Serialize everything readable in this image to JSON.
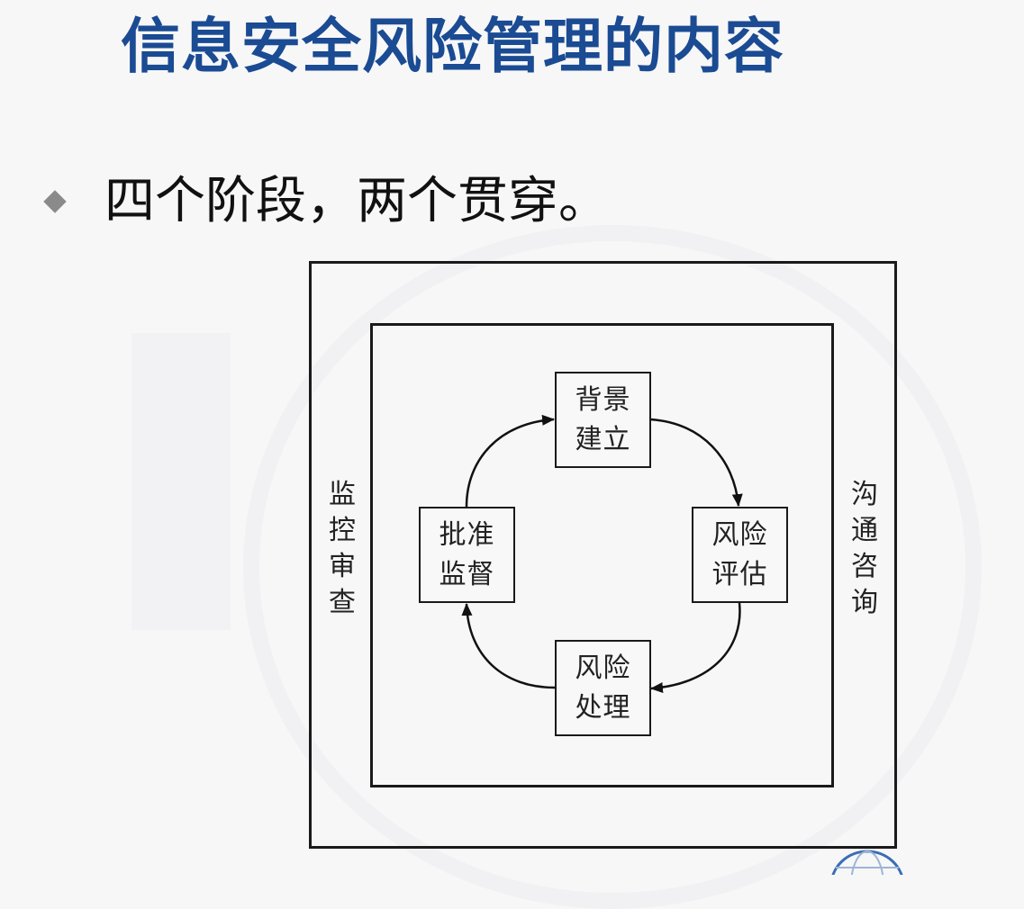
{
  "slide": {
    "title": "信息安全风险管理的内容",
    "bullet": {
      "icon": "diamond-bullet-icon",
      "text": "四个阶段，两个贯穿。"
    }
  },
  "diagram": {
    "outer_frame": {
      "left_label": [
        "监",
        "控",
        "审",
        "查"
      ],
      "right_label": [
        "沟",
        "通",
        "咨",
        "询"
      ]
    },
    "stages": [
      {
        "id": "top",
        "lines": [
          "背景",
          "建立"
        ]
      },
      {
        "id": "right",
        "lines": [
          "风险",
          "评估"
        ]
      },
      {
        "id": "bottom",
        "lines": [
          "风险",
          "处理"
        ]
      },
      {
        "id": "left",
        "lines": [
          "批准",
          "监督"
        ]
      }
    ],
    "flow": [
      "背景建立 → 风险评估",
      "风险评估 → 风险处理",
      "风险处理 → 批准监督",
      "批准监督 → 背景建立"
    ]
  },
  "colors": {
    "title": "#1a4b93",
    "text": "#111111",
    "lines": "#1a1a1a",
    "background": "#f7f7f7",
    "bullet": "#8a8a8a"
  }
}
